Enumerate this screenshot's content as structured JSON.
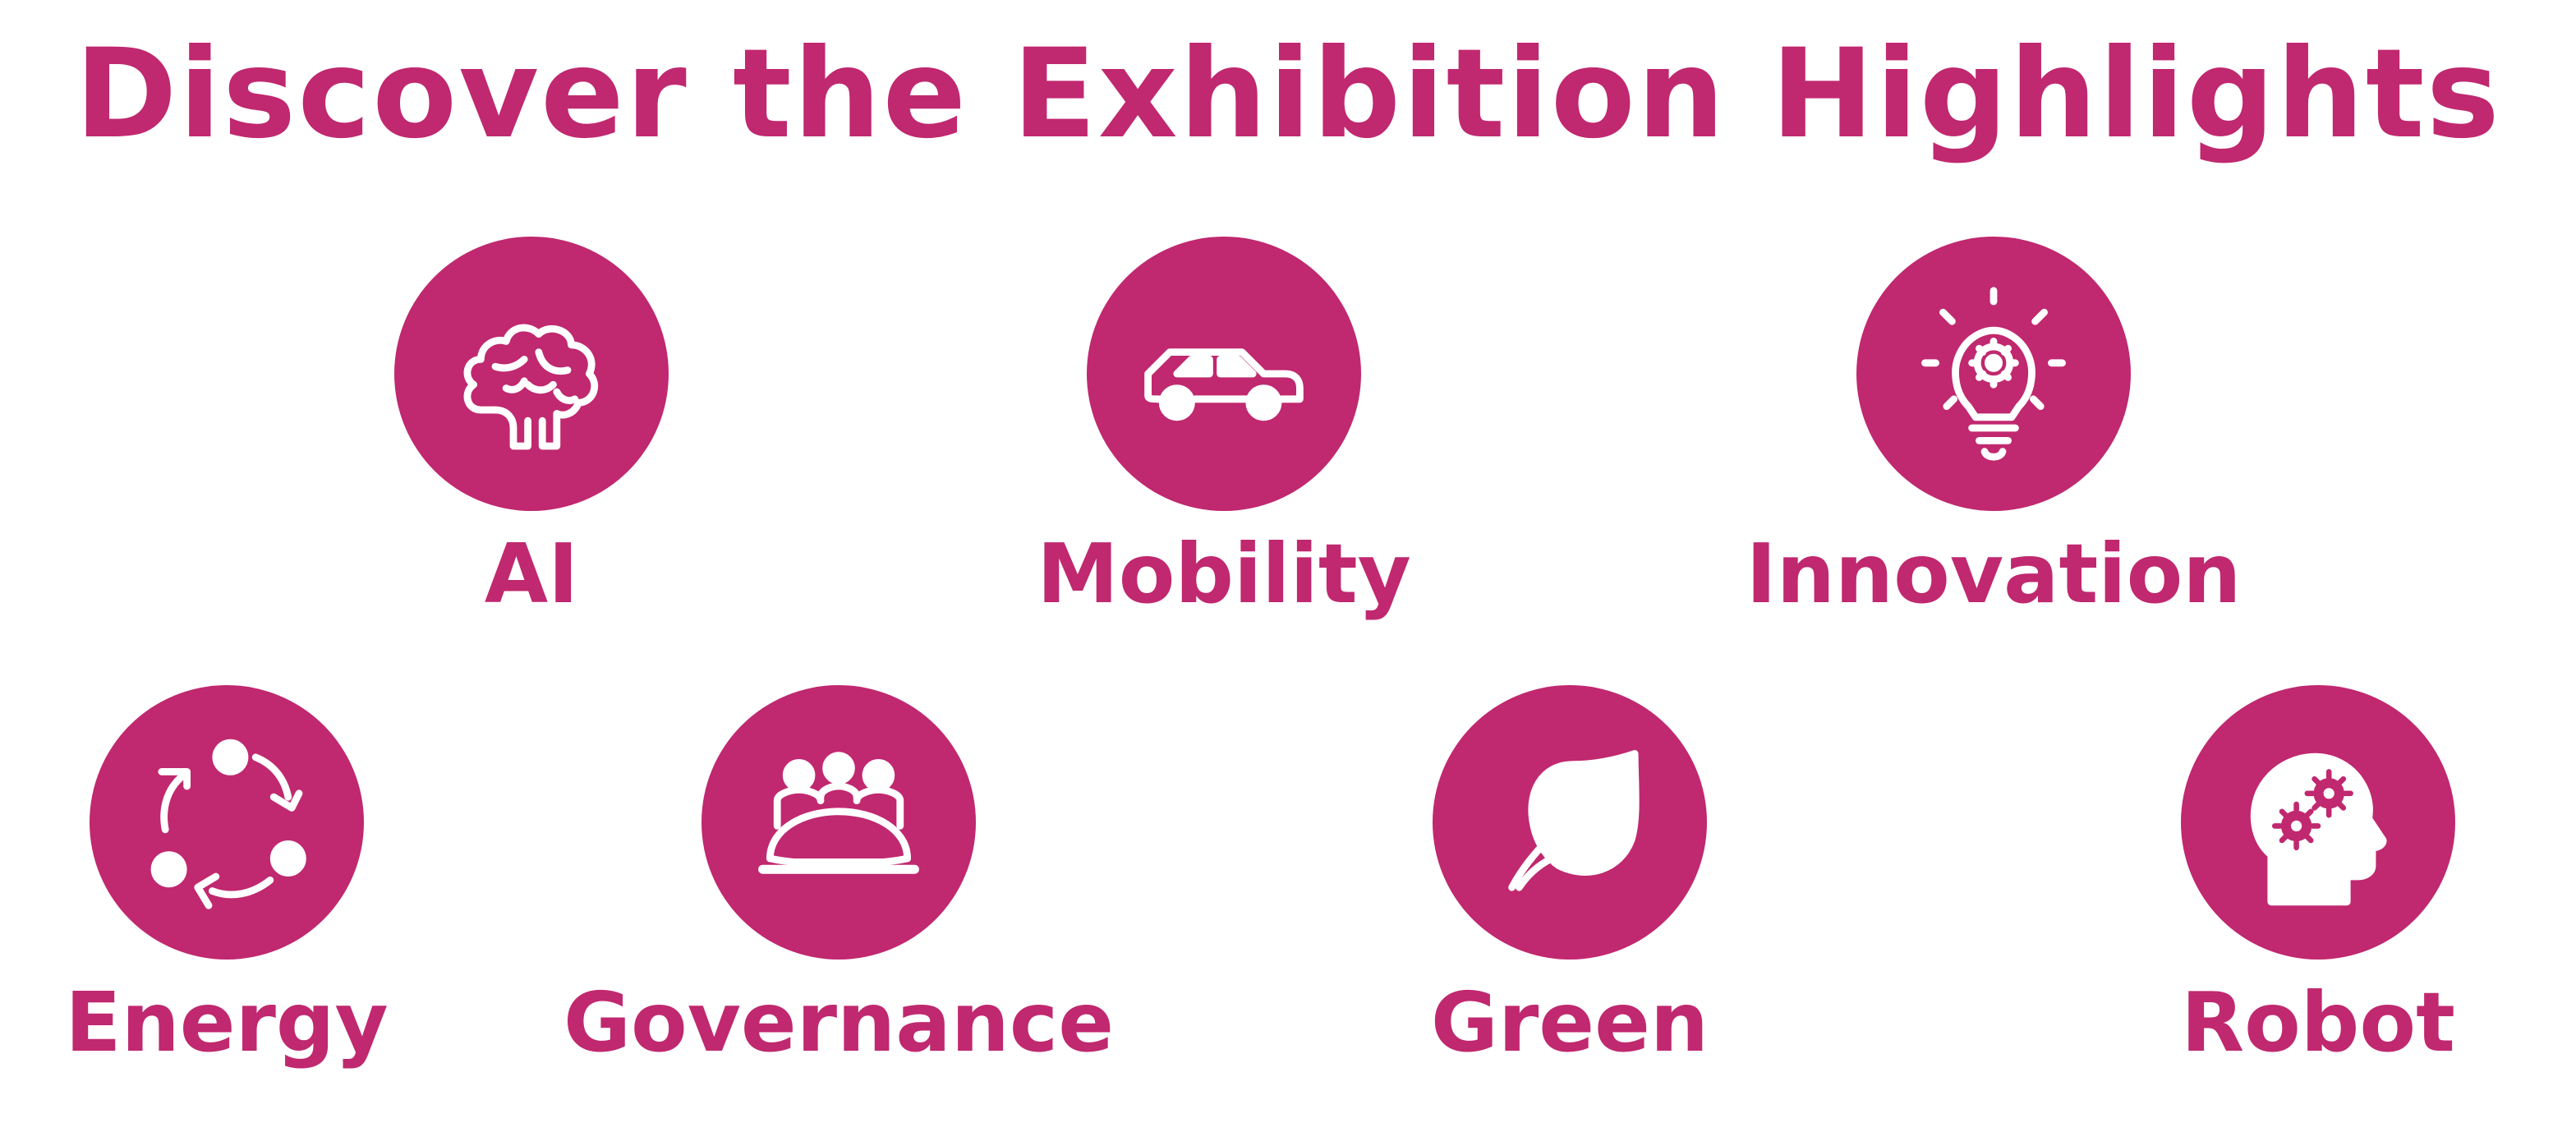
{
  "title": "Discover the Exhibition Highlights",
  "colors": {
    "accent": "#c0286f",
    "icon": "#ffffff",
    "background": "#ffffff"
  },
  "highlights": [
    {
      "label": "AI",
      "icon": "brain-icon"
    },
    {
      "label": "Mobility",
      "icon": "car-icon"
    },
    {
      "label": "Innovation",
      "icon": "lightbulb-gear-icon"
    },
    {
      "label": "Energy",
      "icon": "recycle-cycle-icon"
    },
    {
      "label": "Governance",
      "icon": "meeting-table-icon"
    },
    {
      "label": "Green",
      "icon": "leaf-icon"
    },
    {
      "label": "Robot",
      "icon": "robot-head-gears-icon"
    }
  ]
}
